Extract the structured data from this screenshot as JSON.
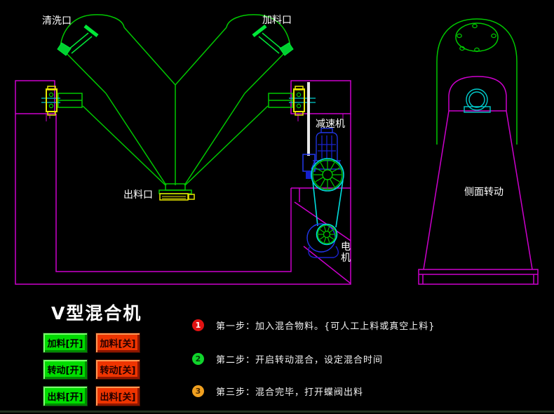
{
  "title": "V型混合机",
  "diagram": {
    "labels": {
      "wash_port": "清洗口",
      "feed_port": "加料口",
      "discharge_port": "出料口",
      "reducer": "减速机",
      "motor_line1": "电",
      "motor_line2": "机",
      "side_rotation": "侧面转动"
    },
    "colors": {
      "outline_green": "#00c800",
      "bright_green": "#00e838",
      "frame_magenta": "#cc00cc",
      "cyan": "#00cccc",
      "blue": "#2238ee",
      "dark_blue": "#1a22cc",
      "yellow": "#e8e800",
      "shaft_white": "#e8e8e8",
      "label_white": "#ffffff"
    }
  },
  "controls": {
    "buttons": [
      {
        "label": "加料[开]",
        "state": "on"
      },
      {
        "label": "加料[关]",
        "state": "off"
      },
      {
        "label": "转动[开]",
        "state": "on"
      },
      {
        "label": "转动[关]",
        "state": "off"
      },
      {
        "label": "出料[开]",
        "state": "on"
      },
      {
        "label": "出料[关]",
        "state": "off"
      }
    ]
  },
  "steps": [
    {
      "num": "1",
      "badge_color": "#e01212",
      "text": "第一步：加入混合物料。{可人工上料或真空上料}"
    },
    {
      "num": "2",
      "badge_color": "#10d42c",
      "text": "第二步：开启转动混合，设定混合时间"
    },
    {
      "num": "3",
      "badge_color": "#f0a020",
      "text": "第三步：混合完毕，打开蝶阀出料"
    }
  ]
}
